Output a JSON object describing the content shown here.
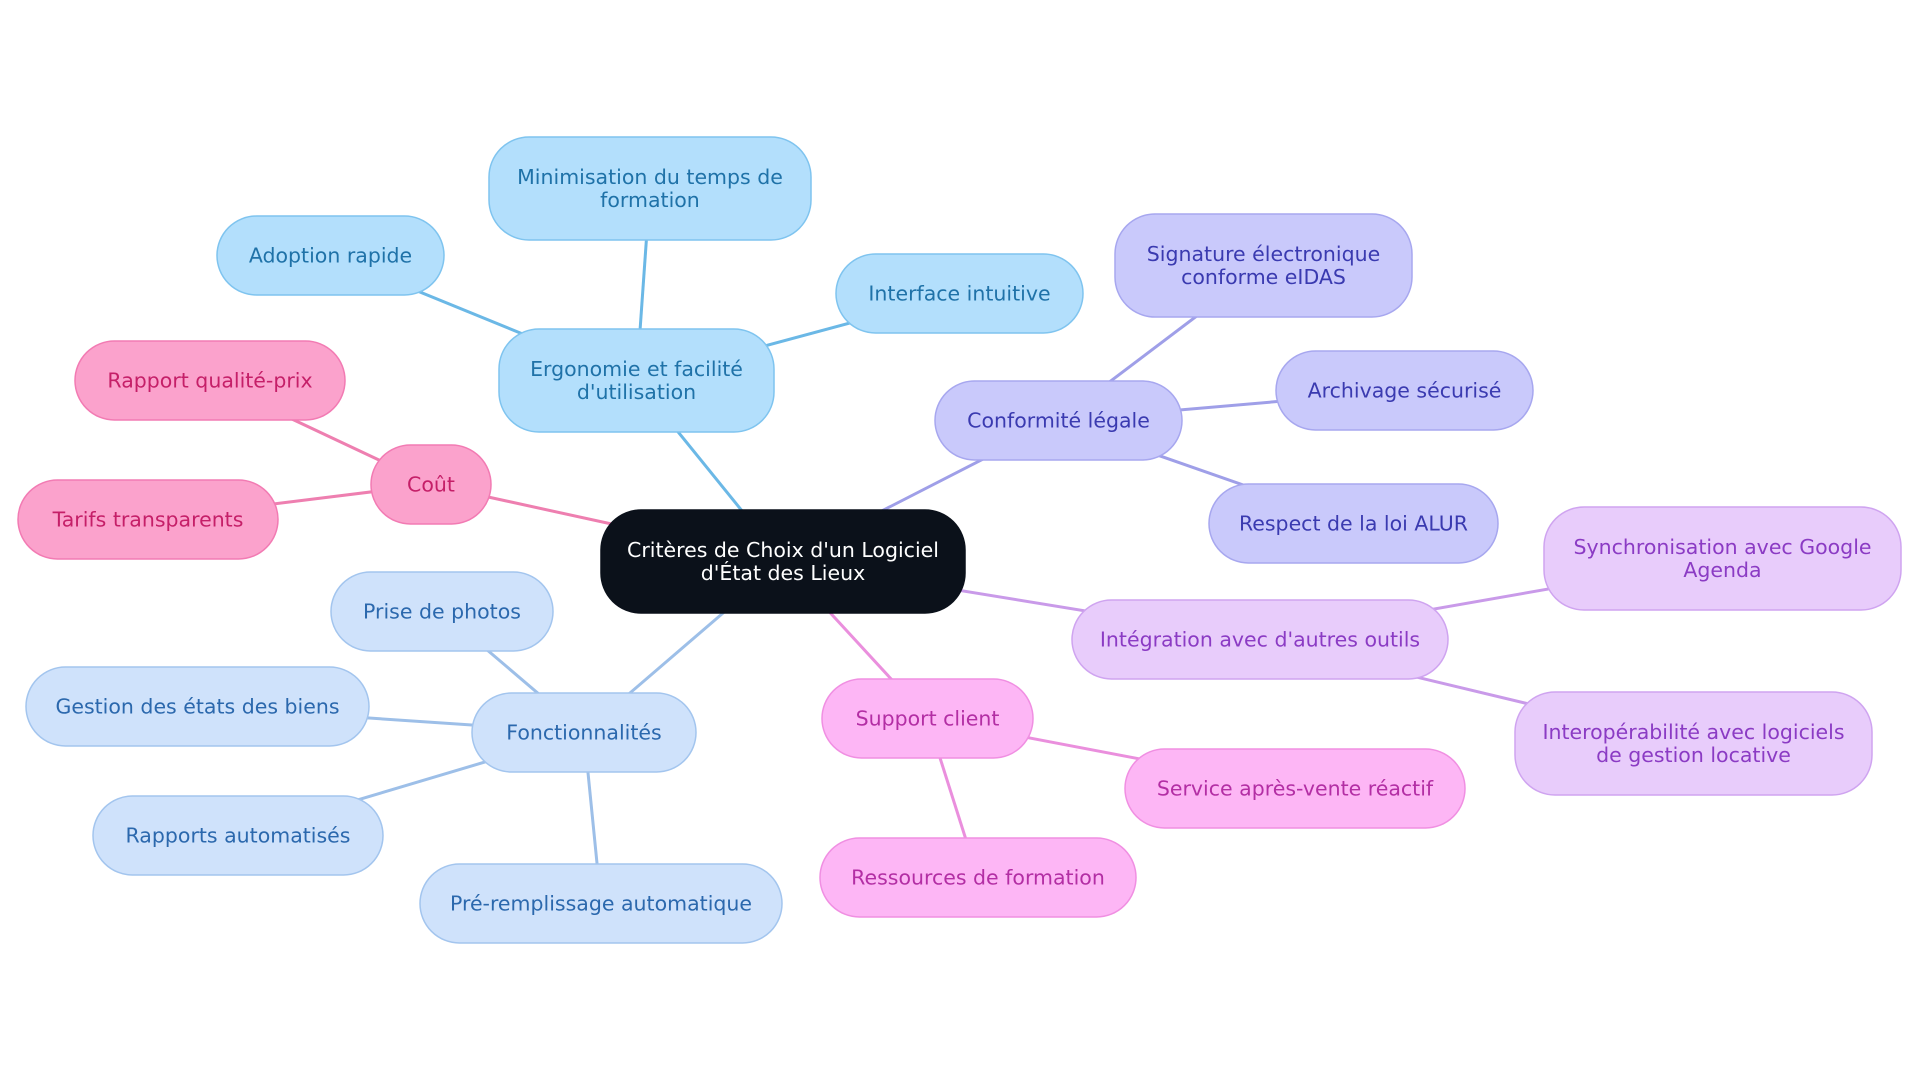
{
  "root": {
    "id": "root",
    "lines": [
      "Critères de Choix d'un Logiciel",
      "d'État des Lieux"
    ],
    "fill": "#0b111a",
    "stroke": "#0b111a",
    "text_color": "#ffffff"
  },
  "branches": [
    {
      "id": "ergonomie",
      "lines": [
        "Ergonomie et facilité",
        "d'utilisation"
      ],
      "fill": "#b3dffc",
      "stroke": "#7fc4ef",
      "text_color": "#1f72a8",
      "edge_color": "#6bb8e6",
      "children": [
        {
          "id": "adoption",
          "lines": [
            "Adoption rapide"
          ]
        },
        {
          "id": "minimisation",
          "lines": [
            "Minimisation du temps de",
            "formation"
          ]
        },
        {
          "id": "interface",
          "lines": [
            "Interface intuitive"
          ]
        }
      ]
    },
    {
      "id": "conformite",
      "lines": [
        "Conformité légale"
      ],
      "fill": "#c9c9fb",
      "stroke": "#a7a7ef",
      "text_color": "#3a3ab0",
      "edge_color": "#9f9fe8",
      "children": [
        {
          "id": "signature",
          "lines": [
            "Signature électronique",
            "conforme eIDAS"
          ]
        },
        {
          "id": "archivage",
          "lines": [
            "Archivage sécurisé"
          ]
        },
        {
          "id": "alur",
          "lines": [
            "Respect de la loi ALUR"
          ]
        }
      ]
    },
    {
      "id": "integration",
      "lines": [
        "Intégration avec d'autres outils"
      ],
      "fill": "#e8ccfb",
      "stroke": "#cfa4f0",
      "text_color": "#8b3bc4",
      "edge_color": "#c99ae9",
      "children": [
        {
          "id": "google",
          "lines": [
            "Synchronisation avec Google",
            "Agenda"
          ]
        },
        {
          "id": "interop",
          "lines": [
            "Interopérabilité avec logiciels",
            "de gestion locative"
          ]
        }
      ]
    },
    {
      "id": "support",
      "lines": [
        "Support client"
      ],
      "fill": "#fdb6f5",
      "stroke": "#f08fe2",
      "text_color": "#b32ea4",
      "edge_color": "#ea8fdd",
      "children": [
        {
          "id": "sav",
          "lines": [
            "Service après-vente réactif"
          ]
        },
        {
          "id": "ressources",
          "lines": [
            "Ressources de formation"
          ]
        }
      ]
    },
    {
      "id": "fonctionnalites",
      "lines": [
        "Fonctionnalités"
      ],
      "fill": "#cfe2fb",
      "stroke": "#a3c5ee",
      "text_color": "#2b68ad",
      "edge_color": "#9dbfe8",
      "children": [
        {
          "id": "photos",
          "lines": [
            "Prise de photos"
          ]
        },
        {
          "id": "gestion",
          "lines": [
            "Gestion des états des biens"
          ]
        },
        {
          "id": "rapports",
          "lines": [
            "Rapports automatisés"
          ]
        },
        {
          "id": "preremplissage",
          "lines": [
            "Pré-remplissage automatique"
          ]
        }
      ]
    },
    {
      "id": "cout",
      "lines": [
        "Coût"
      ],
      "fill": "#fba2cc",
      "stroke": "#f27bb3",
      "text_color": "#c51f68",
      "edge_color": "#ee7fb0",
      "children": [
        {
          "id": "rapport-qp",
          "lines": [
            "Rapport qualité-prix"
          ]
        },
        {
          "id": "tarifs",
          "lines": [
            "Tarifs transparents"
          ]
        }
      ]
    }
  ]
}
